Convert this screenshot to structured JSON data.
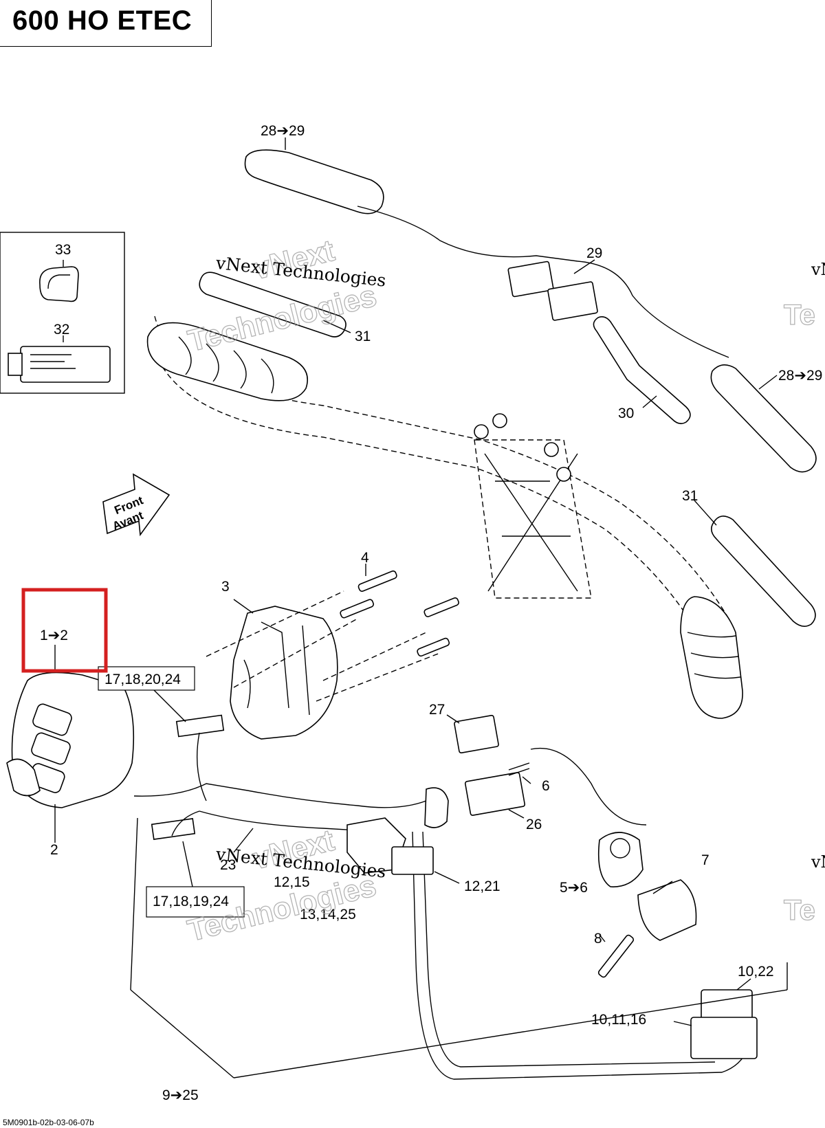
{
  "title": "600 HO ETEC",
  "footer_code": "5M0901b-02b-03-06-07b",
  "front_arrow": [
    "Front",
    "Avant"
  ],
  "watermark": {
    "line1": "vNext",
    "line2": "Technologies",
    "full": "vNext Technologies",
    "short": "vN",
    "partial": "Te"
  },
  "callouts": {
    "c28_29_top": "28➔29",
    "c33": "33",
    "c32": "32",
    "c29": "29",
    "c31_top": "31",
    "c28_29_right": "28➔29",
    "c30": "30",
    "c31_right": "31",
    "c4": "4",
    "c3": "3",
    "c1_2": "1➔2",
    "c17_18_20_24": "17,18,20,24",
    "c2": "2",
    "c27": "27",
    "c6": "6",
    "c26": "26",
    "c23": "23",
    "c12_15": "12,15",
    "c12_21": "12,21",
    "c13_14_25": "13,14,25",
    "c5_6": "5➔6",
    "c7": "7",
    "c17_18_19_24": "17,18,19,24",
    "c8": "8",
    "c10_22": "10,22",
    "c10_11_16": "10,11,16",
    "c9_25": "9➔25"
  },
  "colors": {
    "highlight": "#d42020",
    "line": "#000000",
    "watermark": "#9a9a9a"
  }
}
